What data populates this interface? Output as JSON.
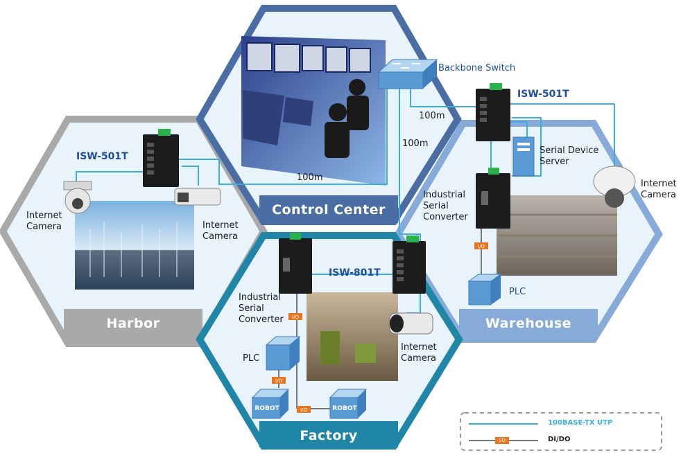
{
  "zones": {
    "control_center": "Control Center",
    "harbor": "Harbor",
    "warehouse": "Warehouse",
    "factory": "Factory"
  },
  "devices": {
    "backbone_switch": "Backbone Switch",
    "isw501t_harbor": "ISW-501T",
    "isw501t_warehouse": "ISW-501T",
    "isw801t": "ISW-801T",
    "serial_device_server": "Serial Device\nServer",
    "converter_warehouse": "Industrial\nSerial\nConverter",
    "converter_factory": "Industrial\nSerial\nConverter",
    "camera_harbor_left": "Internet\nCamera",
    "camera_harbor_right": "Internet\nCamera",
    "camera_warehouse": "Internet\nCamera",
    "camera_factory": "Internet\nCamera",
    "plc_warehouse": "PLC",
    "plc_factory": "PLC",
    "robot_1": "ROBOT",
    "robot_2": "ROBOT"
  },
  "distances": {
    "d1": "100m",
    "d2": "100m",
    "d3": "100m"
  },
  "io_tag": "I/O",
  "legend": {
    "utp": "100BASE-TX UTP",
    "dido": "DI/DO",
    "io_tag": "I/O"
  },
  "colors": {
    "utp_line": "#3aaee0",
    "dido_line": "#777777",
    "io_tag": "#e8761e",
    "control_center": "#4a6ea4",
    "harbor": "#a9a9a9",
    "warehouse": "#86abd9",
    "factory": "#1f86a8"
  }
}
